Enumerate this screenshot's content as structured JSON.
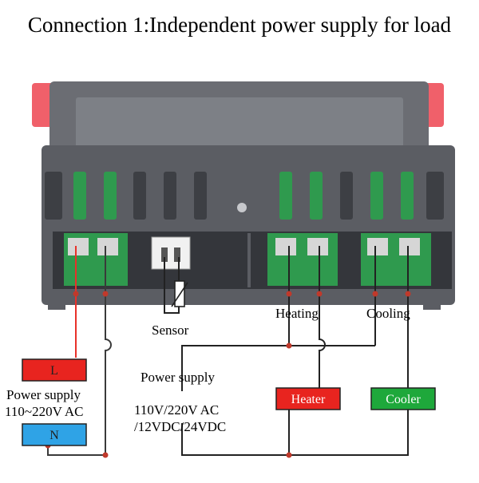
{
  "title": "Connection 1:Independent power supply for load",
  "labels": {
    "sensor": "Sensor",
    "heating": "Heating",
    "cooling": "Cooling",
    "power_supply_mid": "Power supply",
    "power_supply_left": "Power supply",
    "voltage_left": "110~220V AC",
    "voltage_mid_1": "110V/220V AC",
    "voltage_mid_2": "/12VDC/24VDC"
  },
  "boxes": {
    "live": "L",
    "neutral": "N",
    "heater": "Heater",
    "cooler": "Cooler"
  },
  "colors": {
    "live_wire": "#e8312a",
    "neutral_wire": "#3a3a3a",
    "live_box": "#e8241f",
    "neutral_box": "#2fa3e6",
    "heater_box": "#e8241f",
    "cooler_box": "#1ea83b",
    "device_body": "#5b5d63",
    "device_tabs": "#f0606a",
    "terminal_green": "#2f9a4e",
    "node_dot": "#c0392b"
  }
}
